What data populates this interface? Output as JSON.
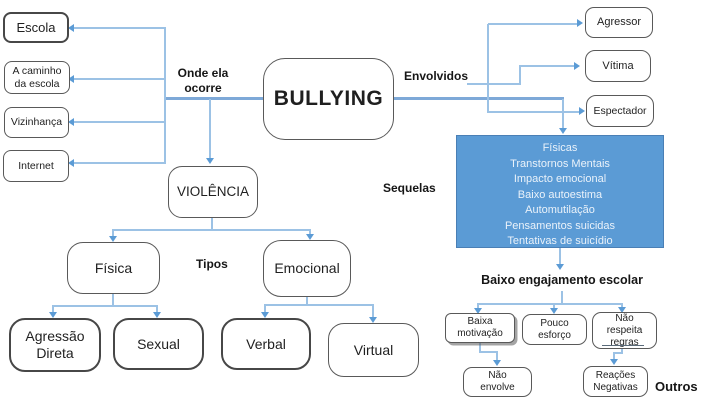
{
  "palette": {
    "line": "#9cc2e5",
    "line_strong": "#7ea9d8",
    "arrow": "#5b9bd5",
    "node_border": "#595959",
    "text": "#1f1f1f",
    "sequelae_fill": "#5b9bd5",
    "sequelae_border": "#4a7fb5",
    "sequelae_text": "#eaf2fa"
  },
  "nodes": {
    "bullying": "BULLYING",
    "violencia": "VIOLÊNCIA",
    "places": [
      "Escola",
      "A caminho da escola",
      "Vizinhança",
      "Internet"
    ],
    "involved": [
      "Agressor",
      "Vítima",
      "Espectador"
    ],
    "types": [
      "Física",
      "Emocional"
    ],
    "physical_subtypes": [
      "Agressão Direta",
      "Sexual"
    ],
    "emotional_subtypes": [
      "Verbal",
      "Virtual"
    ],
    "sequelae": [
      "Físicas",
      "Transtornos Mentais",
      "Impacto emocional",
      "Baixo autoestima",
      "Automutilação",
      "Pensamentos suicidas",
      "Tentativas de suicídio"
    ],
    "engagement": [
      "Baixa motivação",
      "Pouco esforço",
      "Não respeita regras"
    ],
    "engagement_children": [
      "Não envolve",
      "Reações Negativas"
    ]
  },
  "labels": {
    "where": "Onde ela ocorre",
    "involved": "Envolvidos",
    "sequelae": "Sequelas",
    "types": "Tipos",
    "engagement": "Baixo engajamento escolar",
    "others": "Outros"
  }
}
